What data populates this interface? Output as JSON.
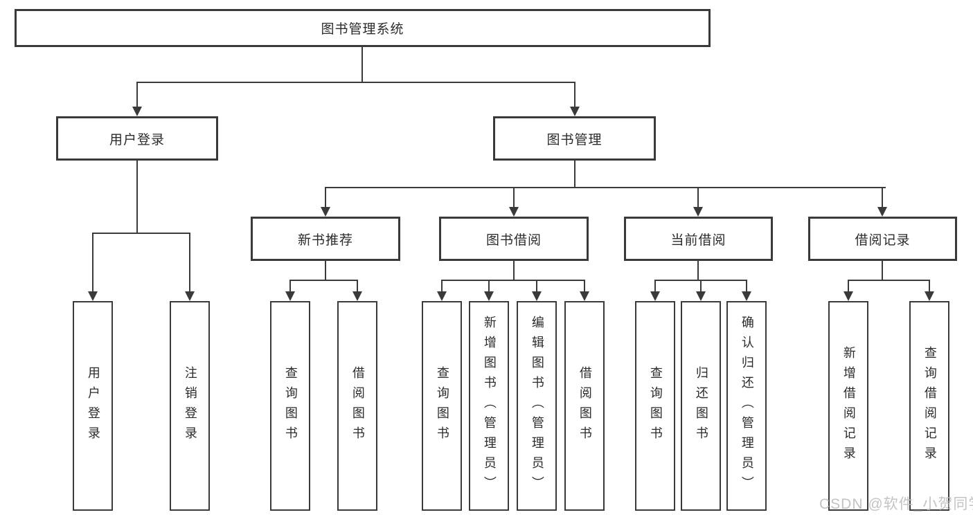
{
  "nodes": {
    "root": "图书管理系统",
    "user_login": "用户登录",
    "book_mgmt": "图书管理",
    "new_book_rec": "新书推荐",
    "book_borrow": "图书借阅",
    "current_borrow": "当前借阅",
    "borrow_records": "借阅记录",
    "leaf_user_login": "用户登录",
    "leaf_logout": "注销登录",
    "leaf_nb_query": "查询图书",
    "leaf_nb_borrow": "借阅图书",
    "leaf_bb_query": "查询图书",
    "leaf_bb_add": "新增图书（管理员）",
    "leaf_bb_edit": "编辑图书（管理员）",
    "leaf_bb_borrow": "借阅图书",
    "leaf_cb_query": "查询图书",
    "leaf_cb_return": "归还图书",
    "leaf_cb_confirm": "确认归还（管理员）",
    "leaf_br_add": "新增借阅记录",
    "leaf_br_query": "查询借阅记录"
  },
  "watermark": {
    "text": "CSDN @软件_小贺同学"
  },
  "colors": {
    "line": "#3a3a3a",
    "text": "#2b2b2b",
    "background": "#ffffff",
    "watermark": "#bebebe"
  }
}
